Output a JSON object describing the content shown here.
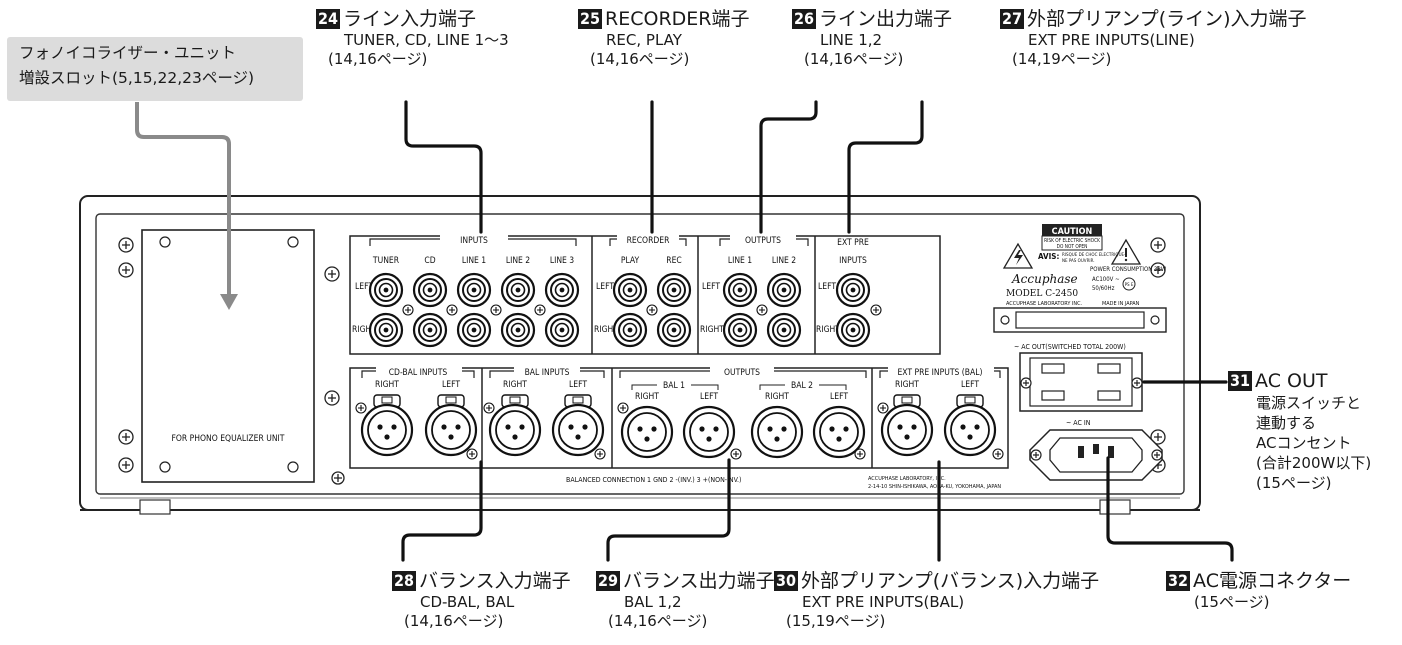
{
  "phono_slot": {
    "line1": "フォノイコライザー・ユニット",
    "line2": "増設スロット(5,15,22,23ページ)"
  },
  "callouts": {
    "c24": {
      "num": "24",
      "title": "ライン入力端子",
      "sub": "TUNER, CD, LINE 1〜3",
      "pages": "(14,16ページ)"
    },
    "c25": {
      "num": "25",
      "title": "RECORDER端子",
      "sub": "REC, PLAY",
      "pages": "(14,16ページ)"
    },
    "c26": {
      "num": "26",
      "title": "ライン出力端子",
      "sub": "LINE 1,2",
      "pages": "(14,16ページ)"
    },
    "c27": {
      "num": "27",
      "title": "外部プリアンプ(ライン)入力端子",
      "sub": "EXT PRE INPUTS(LINE)",
      "pages": "(14,19ページ)"
    },
    "c28": {
      "num": "28",
      "title": "バランス入力端子",
      "sub": "CD-BAL, BAL",
      "pages": "(14,16ページ)"
    },
    "c29": {
      "num": "29",
      "title": "バランス出力端子",
      "sub": "BAL 1,2",
      "pages": "(14,16ページ)"
    },
    "c30": {
      "num": "30",
      "title": "外部プリアンプ(バランス)入力端子",
      "sub": "EXT PRE INPUTS(BAL)",
      "pages": "(15,19ページ)"
    },
    "c31": {
      "num": "31",
      "title": "AC OUT",
      "l1": "電源スイッチと",
      "l2": "連動する",
      "l3": "ACコンセント",
      "l4": "(合計200W以下)",
      "pages": "(15ページ)"
    },
    "c32": {
      "num": "32",
      "title": "AC電源コネクター",
      "pages": "(15ページ)"
    }
  },
  "panel": {
    "inputs_label": "INPUTS",
    "recorder_label": "RECORDER",
    "outputs_label": "OUTPUTS",
    "ext_pre_label": "EXT PRE",
    "ext_pre_inputs_label": "INPUTS",
    "col_tuner": "TUNER",
    "col_cd": "CD",
    "col_line1": "LINE 1",
    "col_line2": "LINE 2",
    "col_line3": "LINE 3",
    "col_play": "PLAY",
    "col_rec": "REC",
    "col_out1": "LINE 1",
    "col_out2": "LINE 2",
    "left": "LEFT",
    "right": "RIGHT",
    "cd_bal_inputs": "CD-BAL INPUTS",
    "bal_inputs": "BAL INPUTS",
    "bal_outputs": "OUTPUTS",
    "bal1": "BAL 1",
    "bal2": "BAL 2",
    "ext_pre_inputs_bal": "EXT PRE INPUTS (BAL)",
    "phono_unit": "FOR PHONO EQUALIZER UNIT",
    "balanced_connection": "BALANCED CONNECTION   1 GND   2 -(INV.)   3 +(NON-INV.)",
    "lab1": "ACCUPHASE LABORATORY, INC.",
    "lab2": "2-14-10 SHIN-ISHIKAWA, AOBA-KU, YOKOHAMA, JAPAN",
    "caution": "CAUTION",
    "caution1": "RISK OF ELECTRIC SHOCK",
    "caution2": "DO NOT OPEN",
    "avis": "AVIS:",
    "avis1": "RISQUE DE CHOC ELECTRIQUE-",
    "avis2": "NE PAS OUVRIR.",
    "brand": "Accuphase",
    "power": "POWER CONSUMPTION  38W",
    "ac100": "AC100V ~",
    "hz": "50/60Hz",
    "model": "MODEL  C-2450",
    "lab_made": "ACCUPHASE LABORATORY INC.",
    "made": "MADE IN JAPAN",
    "ac_out": "~ AC OUT(SWITCHED TOTAL 200W)",
    "ac_in": "~ AC IN",
    "pse": "PS E"
  }
}
